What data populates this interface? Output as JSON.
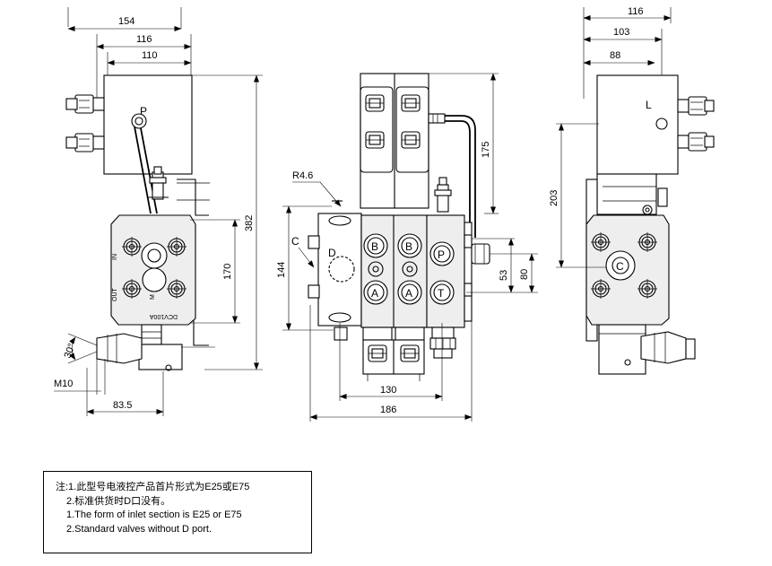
{
  "dimensions": {
    "left": {
      "w154": "154",
      "w116": "116",
      "w110": "110",
      "h382": "382",
      "h170": "170",
      "port": "P",
      "angle": "30°",
      "thread": "M10",
      "w83": "83.5",
      "model": "DCV100A",
      "in_label": "IN",
      "out_label": "OUT",
      "m_label": "M"
    },
    "middle": {
      "h175": "175",
      "radius": "R4.6",
      "c_label": "C",
      "d_label": "D",
      "h144": "144",
      "h53": "53",
      "h80": "80",
      "w130": "130",
      "w186": "186",
      "ports": [
        "B",
        "B",
        "P",
        "A",
        "A",
        "T"
      ]
    },
    "right": {
      "w116": "116",
      "w103": "103",
      "w88": "88",
      "l_label": "L",
      "h203": "203",
      "c_label": "C"
    }
  },
  "notes": {
    "cn1": "注:1.此型号电液控产品首片形式为E25或E75",
    "cn2": "2.标准供货时D口没有。",
    "en1": "1.The form of inlet section is E25 or E75",
    "en2": "2.Standard valves without D port."
  }
}
